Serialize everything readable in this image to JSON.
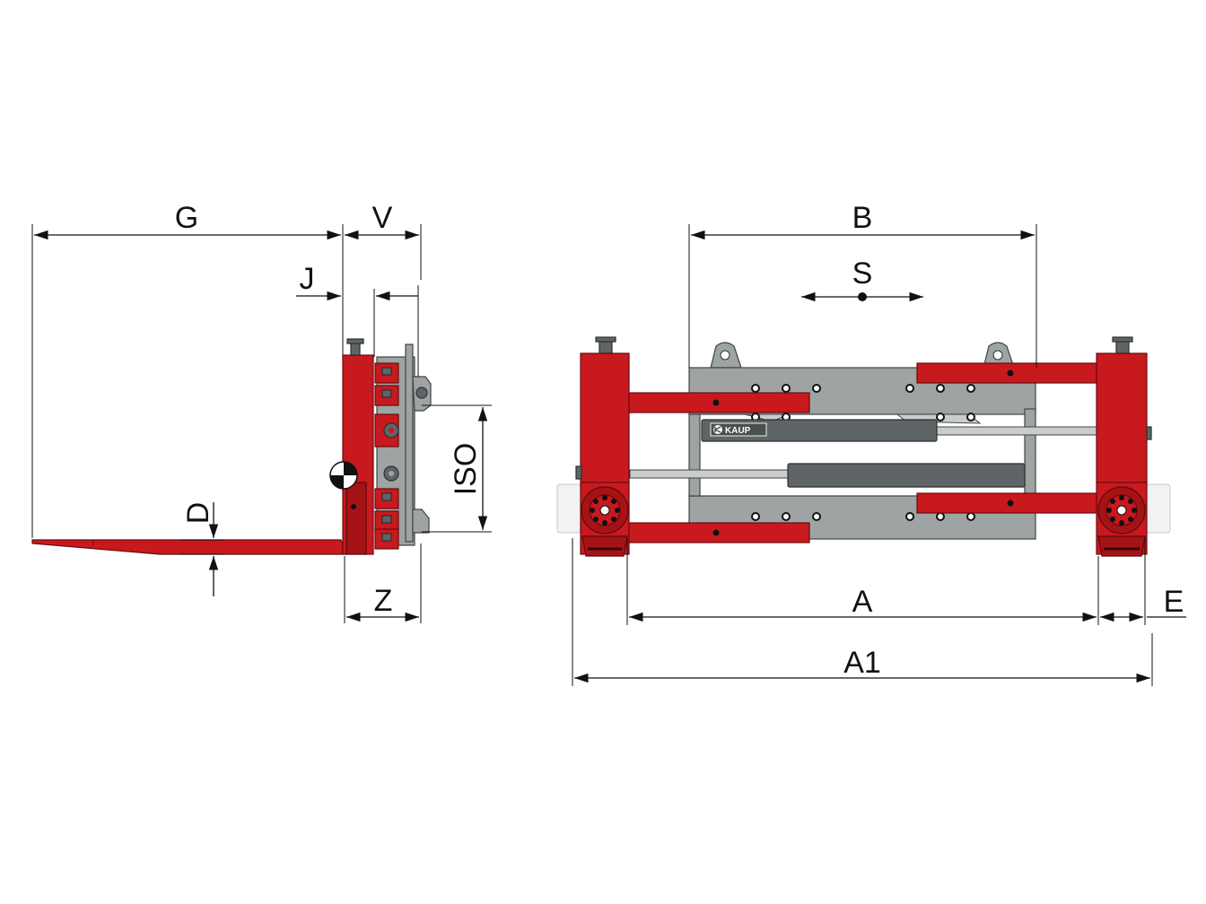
{
  "brand": {
    "logo_text": "KAUP"
  },
  "colors": {
    "attachment_red": "#c8191e",
    "frame_grey": "#9ea4a3",
    "cylinder_grey": "#5f6566",
    "dimension_black": "#111111"
  },
  "side_view": {
    "dimensions": {
      "G": "G",
      "V": "V",
      "J": "J",
      "D": "D",
      "Z": "Z",
      "ISO": "ISO"
    }
  },
  "front_view": {
    "dimensions": {
      "B": "B",
      "S": "S",
      "A": "A",
      "E": "E",
      "A1": "A1"
    }
  }
}
